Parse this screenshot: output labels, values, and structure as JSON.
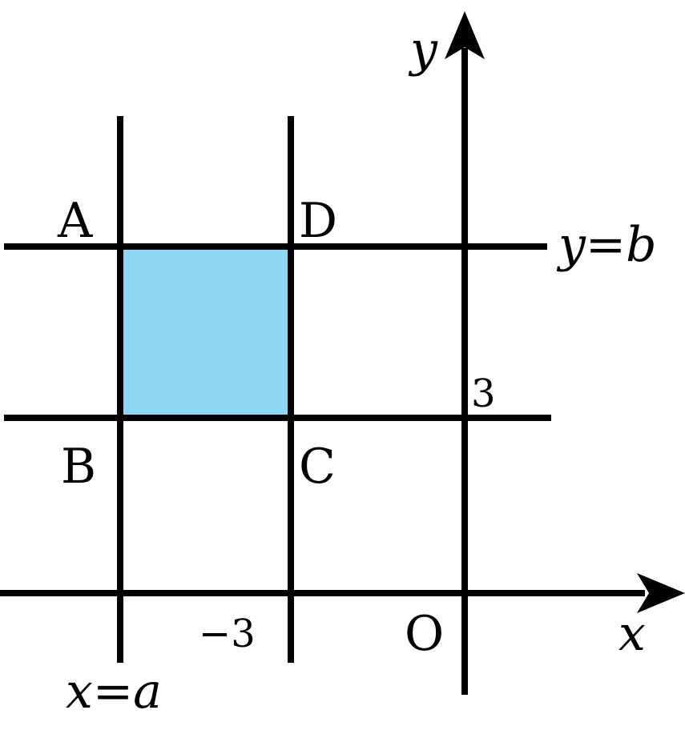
{
  "colors": {
    "rect_fill": "#8ed8f6",
    "line": "#000000",
    "background": "#ffffff"
  },
  "axes": {
    "x_label": "x",
    "y_label": "y",
    "origin_label": "O"
  },
  "lines": {
    "vertical_label": "x=a",
    "horizontal_label": "y=b"
  },
  "ticks": {
    "x_tick": "−3",
    "y_tick": "3"
  },
  "points": {
    "A": "A",
    "B": "B",
    "C": "C",
    "D": "D"
  }
}
